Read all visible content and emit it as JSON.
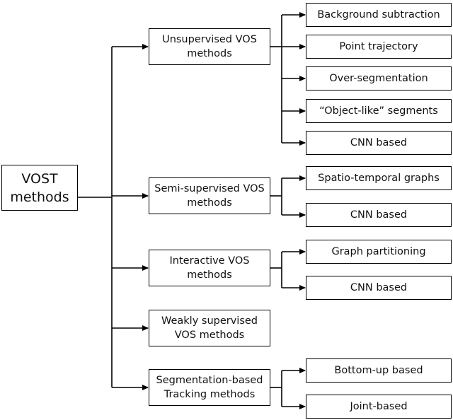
{
  "root": {
    "label": "VOST\nmethods"
  },
  "categories": [
    {
      "label": "Unsupervised VOS\nmethods",
      "children": [
        "Background subtraction",
        "Point trajectory",
        "Over-segmentation",
        "“Object-like” segments",
        "CNN based"
      ]
    },
    {
      "label": "Semi-supervised VOS\nmethods",
      "children": [
        "Spatio-temporal graphs",
        "CNN based"
      ]
    },
    {
      "label": "Interactive VOS\nmethods",
      "children": [
        "Graph partitioning",
        "CNN based"
      ]
    },
    {
      "label": "Weakly supervised\nVOS methods",
      "children": []
    },
    {
      "label": "Segmentation-based\nTracking methods",
      "children": [
        "Bottom-up based",
        "Joint-based"
      ]
    }
  ]
}
